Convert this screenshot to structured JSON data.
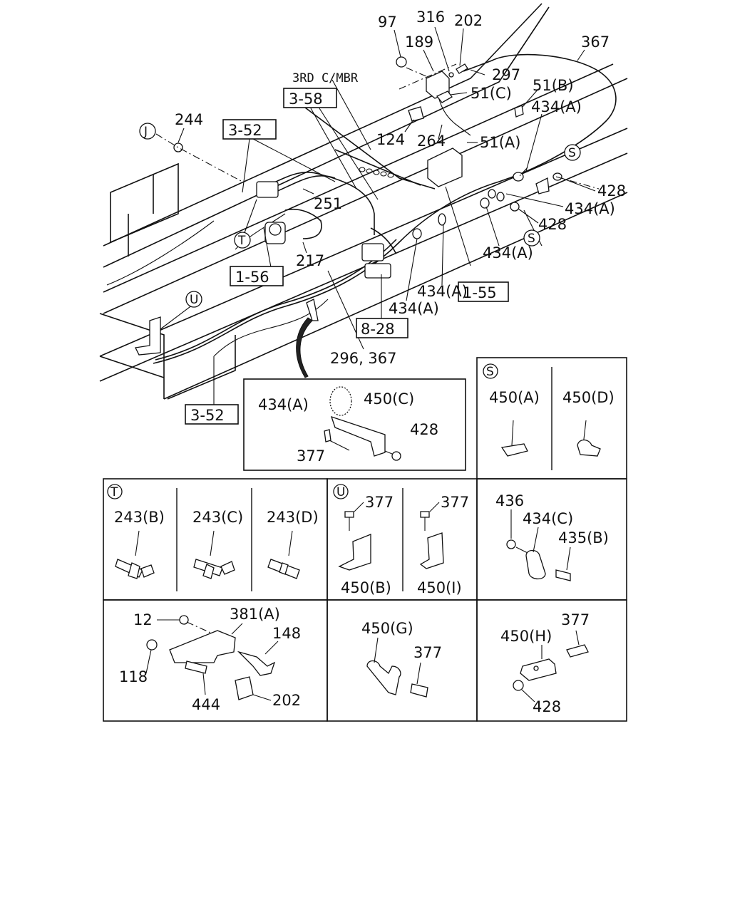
{
  "diagram": {
    "ref_boxes": {
      "r1": "3-58",
      "r2": "3-52",
      "r3": "1-56",
      "r4": "1-55",
      "r5": "8-28",
      "r6": "3-52"
    },
    "markers": {
      "J": "J",
      "T": "T",
      "U": "U",
      "S1": "S",
      "S2": "S"
    },
    "main_labels": {
      "l97": "97",
      "l316": "316",
      "l202": "202",
      "l189": "189",
      "l367": "367",
      "l297": "297",
      "l51c": "51(C)",
      "l51b": "51(B)",
      "l434a_top": "434(A)",
      "l124": "124",
      "l264": "264",
      "l51a": "51(A)",
      "l244": "244",
      "l251": "251",
      "l217": "217",
      "l428_1": "428",
      "l434a_2": "434(A)",
      "l428_2": "428",
      "l434a_3": "434(A)",
      "l434a_4": "434(A)",
      "l434a_5": "434(A)",
      "l296": "296, 367",
      "mbr": "3RD C/MBR"
    },
    "detail_clamp": {
      "l434a": "434(A)",
      "l450c": "450(C)",
      "l428": "428",
      "l377": "377"
    },
    "panel_S": {
      "marker": "S",
      "left": "450(A)",
      "right": "450(D)"
    },
    "panel_T": {
      "marker": "T",
      "a": "243(B)",
      "b": "243(C)",
      "c": "243(D)"
    },
    "panel_U": {
      "marker": "U",
      "b377_1": "377",
      "b377_2": "377",
      "p1": "450(B)",
      "p2": "450(I)"
    },
    "panel_436": {
      "l436": "436",
      "l434c": "434(C)",
      "l435b": "435(B)"
    },
    "panel_bracket": {
      "l12": "12",
      "l381a": "381(A)",
      "l148": "148",
      "l118": "118",
      "l444": "444",
      "l202": "202"
    },
    "panel_450g": {
      "l450g": "450(G)",
      "l377": "377"
    },
    "panel_450h": {
      "l450h": "450(H)",
      "l377": "377",
      "l428": "428"
    }
  }
}
